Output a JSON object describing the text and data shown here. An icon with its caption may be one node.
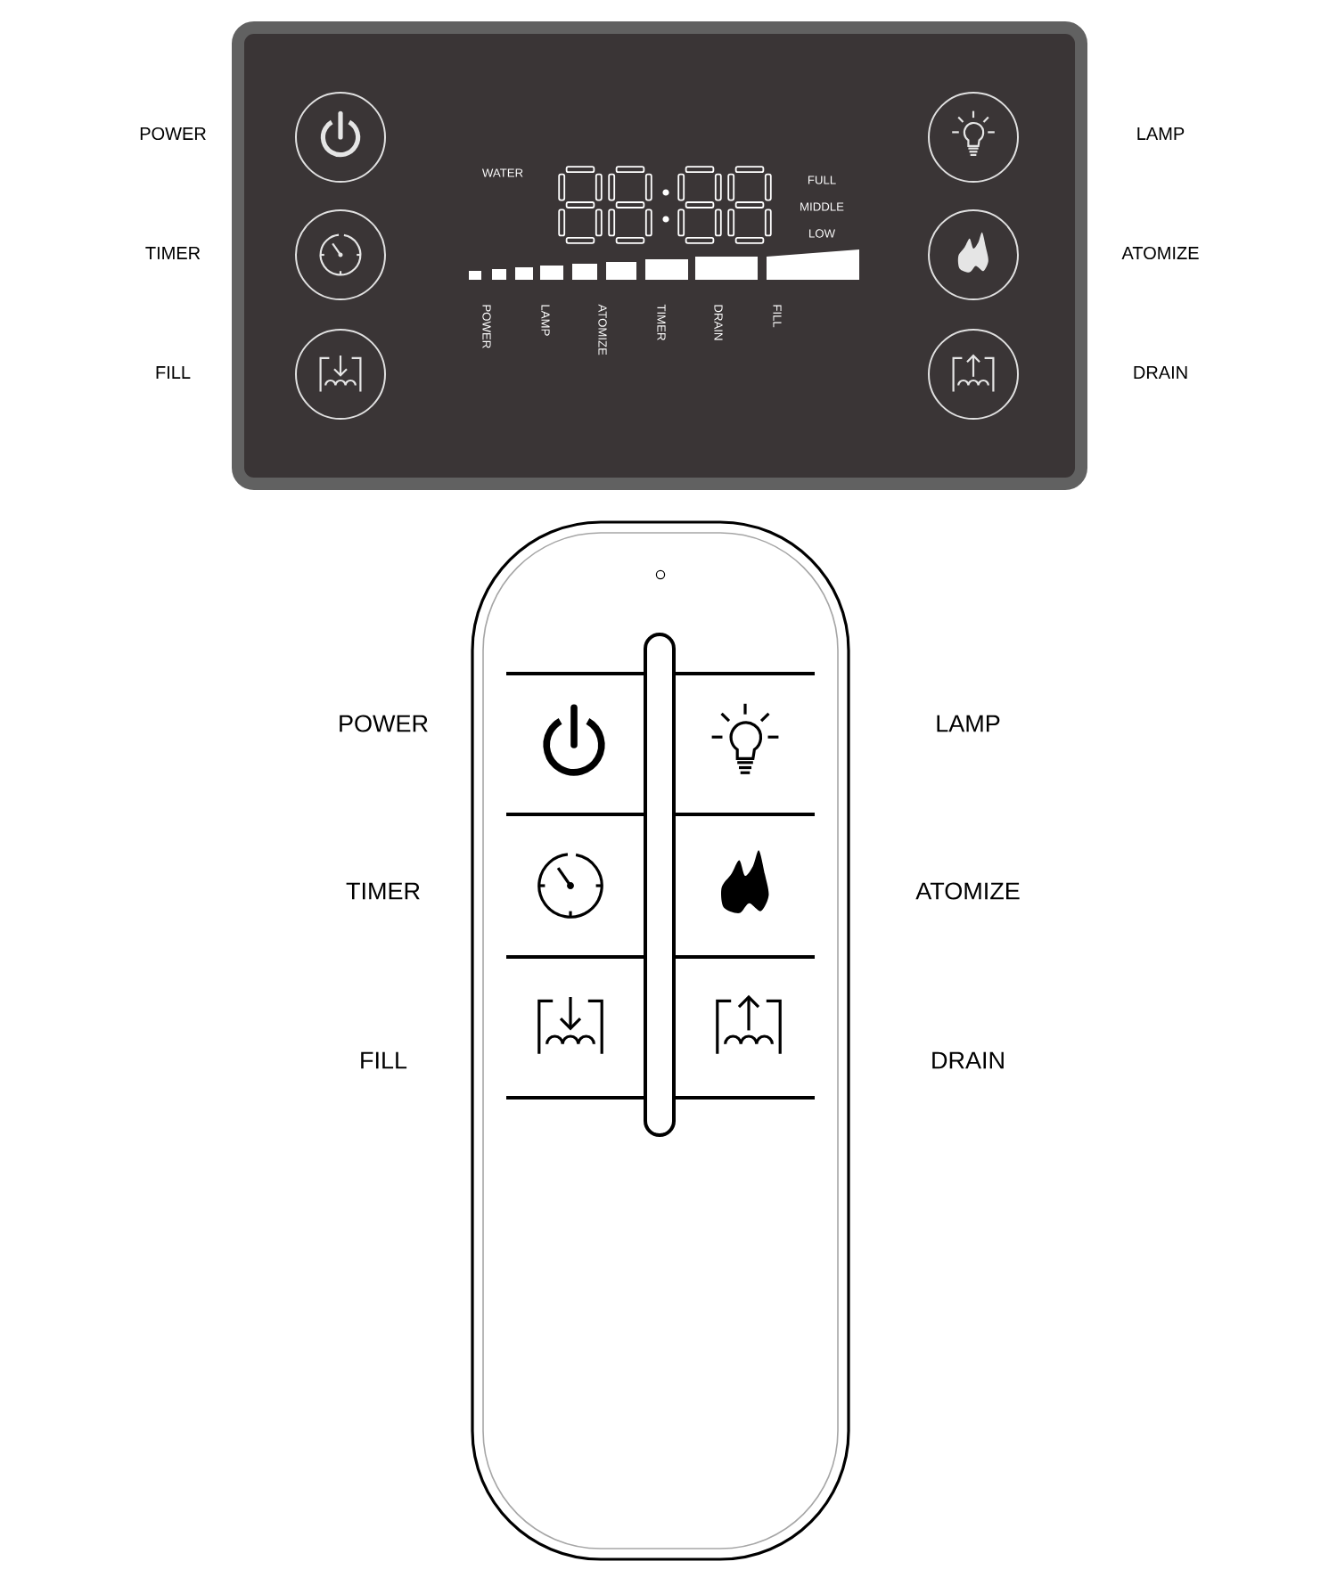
{
  "diagram": {
    "nodes": [
      {
        "text": [
          "WATER",
          "FULL",
          "MIDDLE",
          "LOW",
          "POWER",
          "LAMP",
          "ATOMIZE",
          "TIMER",
          "DRAIN",
          "FILL"
        ]
      }
    ],
    "labels": [
      "POWER",
      "LAMP",
      "TIMER",
      "ATOMIZE",
      "FILL",
      "DRAIN",
      "POWER",
      "LAMP",
      "TIMER",
      "ATOMIZE",
      "FILL",
      "DRAIN"
    ]
  }
}
